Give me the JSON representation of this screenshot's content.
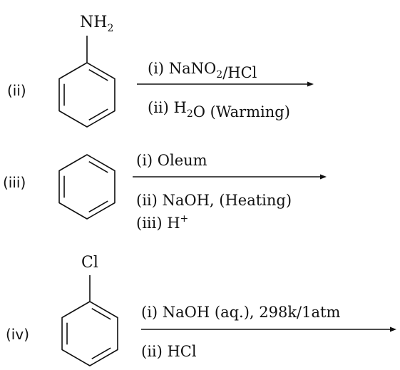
{
  "reactions": [
    {
      "number": "(ii)",
      "substituent": {
        "main": "NH",
        "sub": "2"
      },
      "above": [
        {
          "segments": [
            {
              "t": "(i) NaNO"
            },
            {
              "t": "2",
              "sub": true
            },
            {
              "t": "/HCl"
            }
          ]
        }
      ],
      "below": [
        {
          "segments": [
            {
              "t": "(ii) H"
            },
            {
              "t": "2",
              "sub": true
            },
            {
              "t": "O (Warming)"
            }
          ]
        }
      ]
    },
    {
      "number": "(iii)",
      "substituent": null,
      "above": [
        {
          "segments": [
            {
              "t": "(i) Oleum"
            }
          ]
        }
      ],
      "below": [
        {
          "segments": [
            {
              "t": "(ii) NaOH, (Heating)"
            }
          ]
        },
        {
          "segments": [
            {
              "t": "(iii) H"
            },
            {
              "t": "+",
              "sup": true
            }
          ]
        }
      ]
    },
    {
      "number": "(iv)",
      "substituent": {
        "main": "Cl",
        "sub": ""
      },
      "above": [
        {
          "segments": [
            {
              "t": "(i) NaOH (aq.), 298k/1atm"
            }
          ]
        }
      ],
      "below": [
        {
          "segments": [
            {
              "t": "(ii) HCl"
            }
          ]
        }
      ]
    }
  ]
}
